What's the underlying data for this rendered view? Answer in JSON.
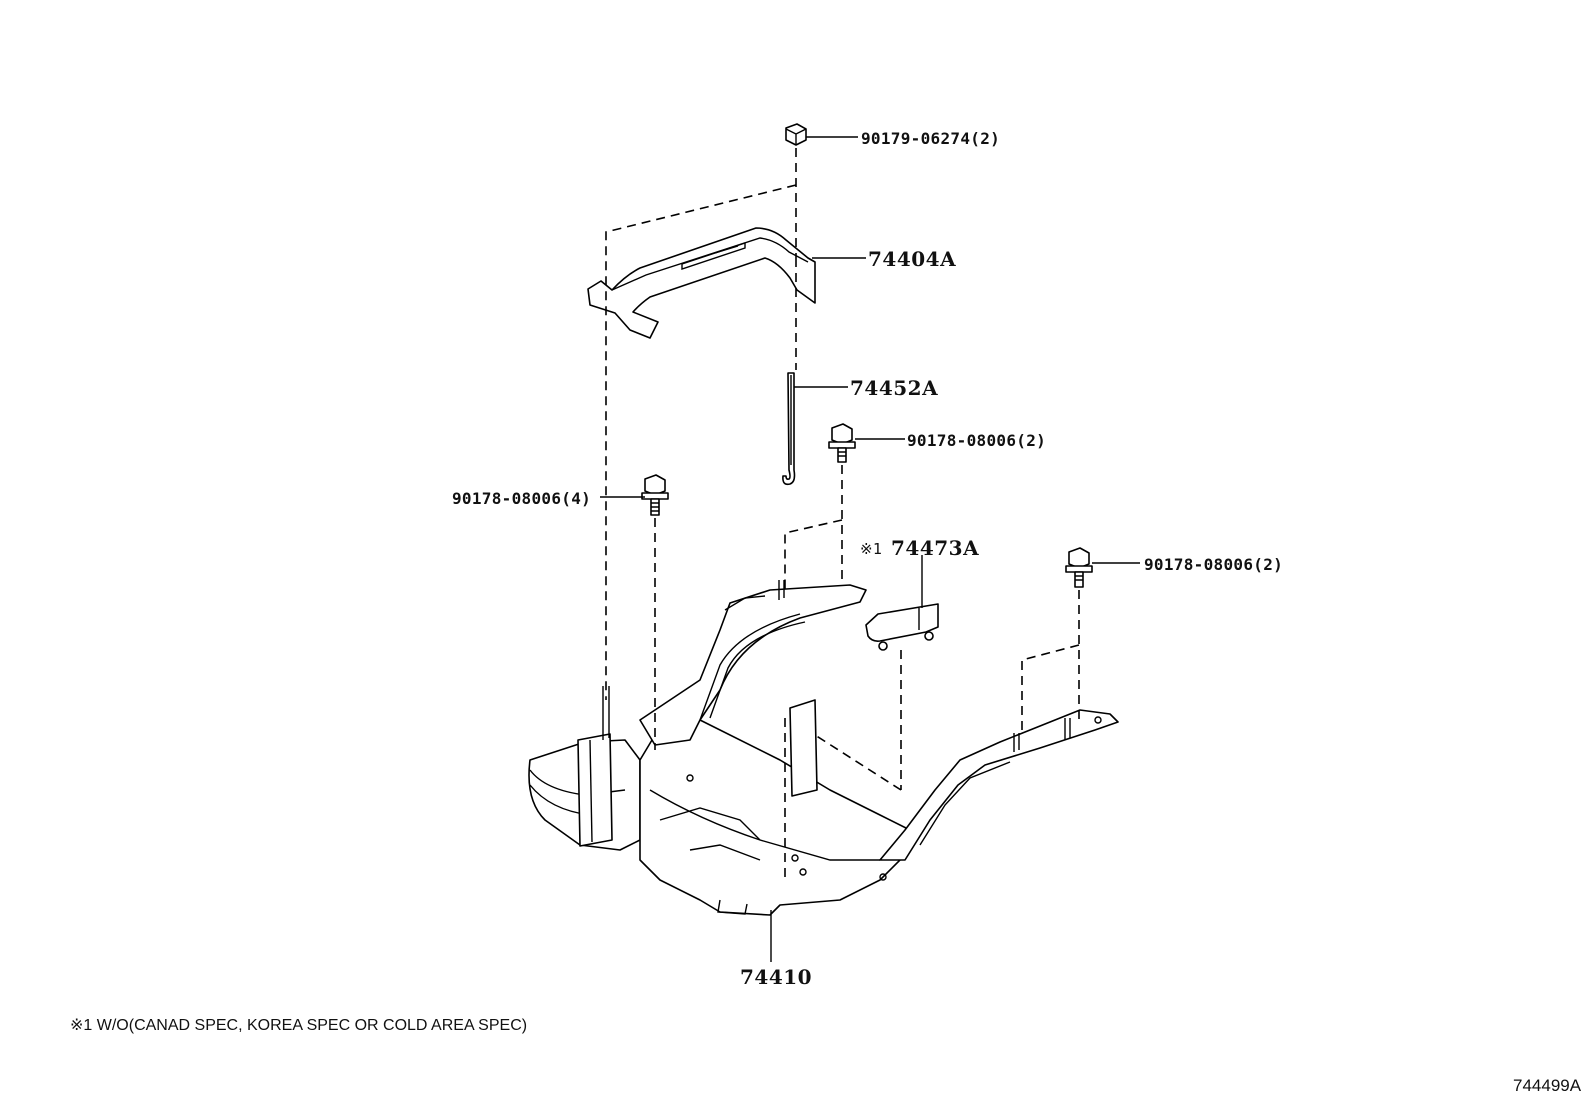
{
  "callouts": {
    "nut_top": "90179-06274(2)",
    "hold_down_clamp": "74404A",
    "clamp_bolt": "74452A",
    "bolt_mid": "90178-08006(2)",
    "bolt_left": "90178-08006(4)",
    "note_mark": "※1",
    "insulator": "74473A",
    "bolt_right": "90178-08006(2)",
    "tray": "74410"
  },
  "footnote": "※1 W/O(CANAD SPEC, KOREA SPEC OR COLD AREA SPEC)",
  "figure_id": "744499A"
}
